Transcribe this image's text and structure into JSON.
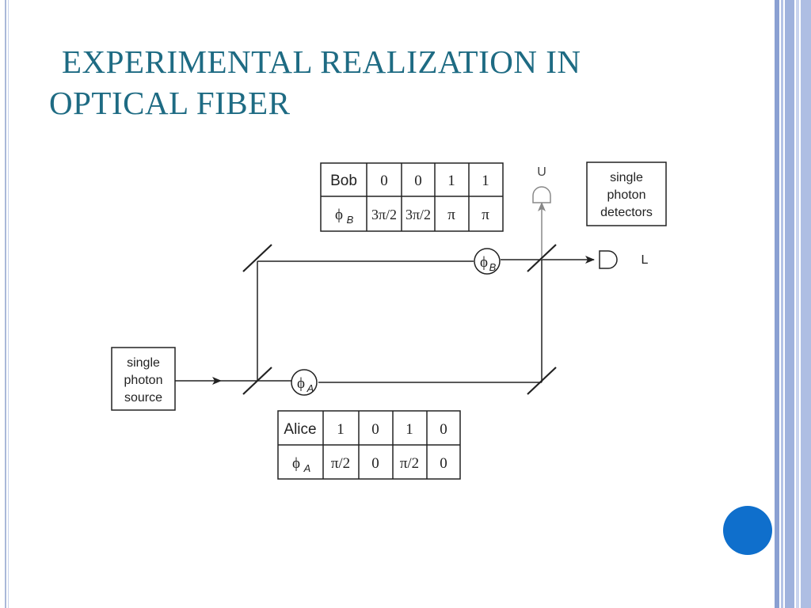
{
  "slide": {
    "title_line1": "EXPERIMENTAL REALIZATION IN",
    "title_line2": "OPTICAL FIBER"
  },
  "diagram": {
    "source_label": [
      "single",
      "photon",
      "source"
    ],
    "detectors_label": [
      "single",
      "photon",
      "detectors"
    ],
    "detector_u": "U",
    "detector_l": "L",
    "phase_a": "ϕ",
    "phase_a_sub": "A",
    "phase_b": "ϕ",
    "phase_b_sub": "B",
    "bob_table": {
      "row1_header": "Bob",
      "row1": [
        "0",
        "0",
        "1",
        "1"
      ],
      "row2_header": "ϕ",
      "row2_header_sub": "B",
      "row2": [
        "3π/2",
        "3π/2",
        "π",
        "π"
      ]
    },
    "alice_table": {
      "row1_header": "Alice",
      "row1": [
        "1",
        "0",
        "1",
        "0"
      ],
      "row2_header": "ϕ",
      "row2_header_sub": "A",
      "row2": [
        "π/2",
        "0",
        "π/2",
        "0"
      ]
    }
  }
}
